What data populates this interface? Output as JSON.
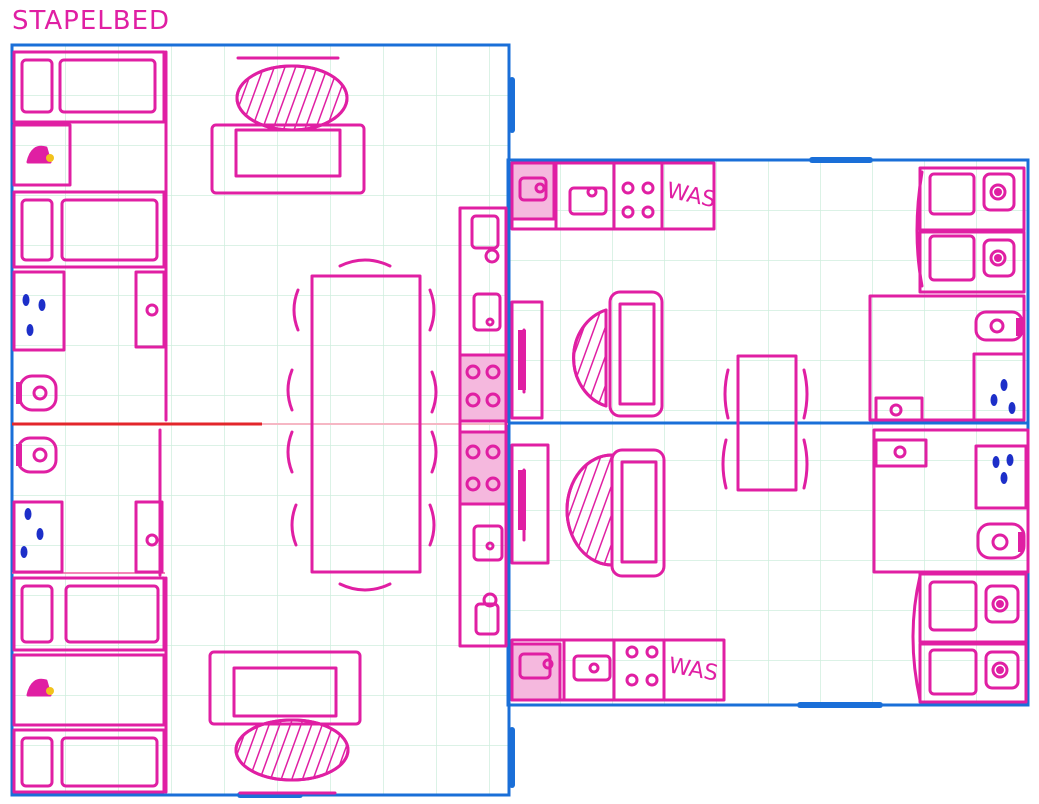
{
  "title": "STAPELBED",
  "labels": {
    "washer_top": "WAS",
    "washer_bottom": "WAS"
  },
  "colors": {
    "furniture": "#e01fa3",
    "walls": "#1a6fd8",
    "grid": "#cfeedd",
    "divider": "#e3262b",
    "fixtures": "#1d2fc9",
    "highlight": "#f5b8de",
    "lamp": "#f2c21b"
  }
}
